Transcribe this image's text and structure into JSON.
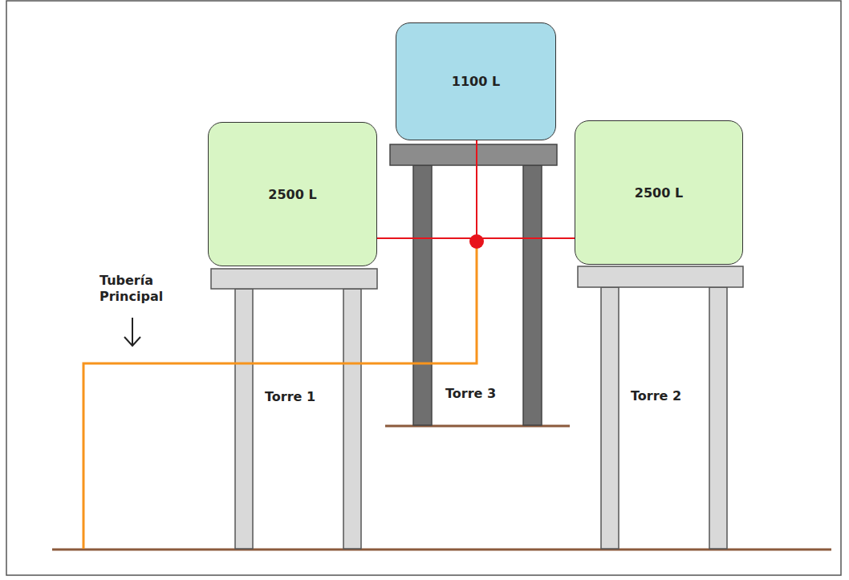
{
  "diagram": {
    "nodes": [
      {
        "text": [
          "1100 L"
        ]
      },
      {
        "text": [
          "2500 L"
        ]
      },
      {
        "text": [
          "2500 L"
        ]
      }
    ],
    "edges": [
      {
        "from": 0,
        "to": 1,
        "arrow": "none"
      },
      {
        "from": 0,
        "to": 2,
        "arrow": "none"
      },
      {
        "from": 1,
        "to": 2,
        "arrow": "none"
      }
    ],
    "labels": [
      "Tubería Principal",
      "Torre 1",
      "Torre 3",
      "Torre 2"
    ]
  }
}
